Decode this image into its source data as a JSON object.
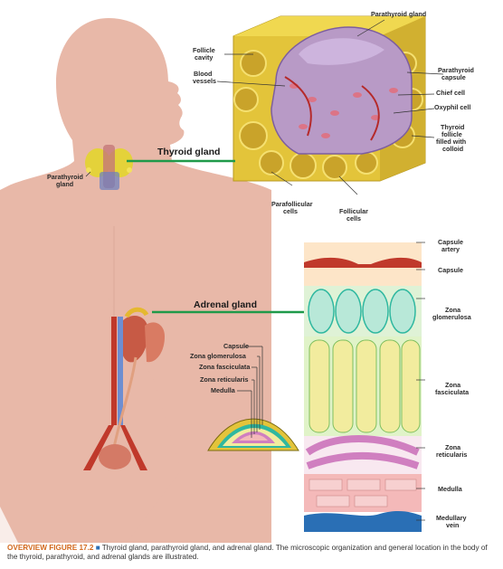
{
  "thyroid": {
    "title": "Thyroid gland",
    "parathyroid_gland": "Parathyroid gland",
    "follicle_cavity": [
      "Follicle",
      "cavity"
    ],
    "blood_vessels": [
      "Blood",
      "vessels"
    ],
    "parathyroid_capsule": [
      "Parathyroid",
      "capsule"
    ],
    "chief_cell": "Chief cell",
    "oxyphil_cell": "Oxyphil cell",
    "thyroid_follicle": [
      "Thyroid",
      "follicle",
      "filled with",
      "colloid"
    ],
    "parafollicular": [
      "Parafollicular",
      "cells"
    ],
    "follicular": [
      "Follicular",
      "cells"
    ],
    "parathyroid_body": [
      "Parathyroid",
      "gland"
    ]
  },
  "adrenal": {
    "title": "Adrenal gland",
    "inset": [
      "Capsule",
      "Zona glomerulosa",
      "Zona fasciculata",
      "Zona reticularis",
      "Medulla"
    ],
    "capsule_artery": [
      "Capsule",
      "artery"
    ],
    "capsule": "Capsule",
    "glomerulosa": [
      "Zona",
      "glomerulosa"
    ],
    "fasciculata": [
      "Zona",
      "fasciculata"
    ],
    "reticularis": [
      "Zona",
      "reticularis"
    ],
    "medulla": "Medulla",
    "medullary_vein": [
      "Medullary",
      "vein"
    ]
  },
  "caption": {
    "figure": "OVERVIEW FIGURE 17.2",
    "marker": "■",
    "text": "Thyroid gland, parathyroid gland, and adrenal gland. The microscopic organization and general location in the body of the thyroid, parathyroid, and adrenal glands are illustrated."
  },
  "colors": {
    "skin": "#e8b8a8",
    "follicle": "#e3c43a",
    "colloid": "#c9a32a",
    "parathyroid": "#b89ac6",
    "callout_line": "#1f9a4a",
    "glomerulosa": "#2fb8a0",
    "fasciculata": "#f2ec9e",
    "reticularis": "#d07fc0",
    "medulla": "#f4b9b9",
    "vein": "#2a6fb5",
    "artery": "#c0392b"
  }
}
